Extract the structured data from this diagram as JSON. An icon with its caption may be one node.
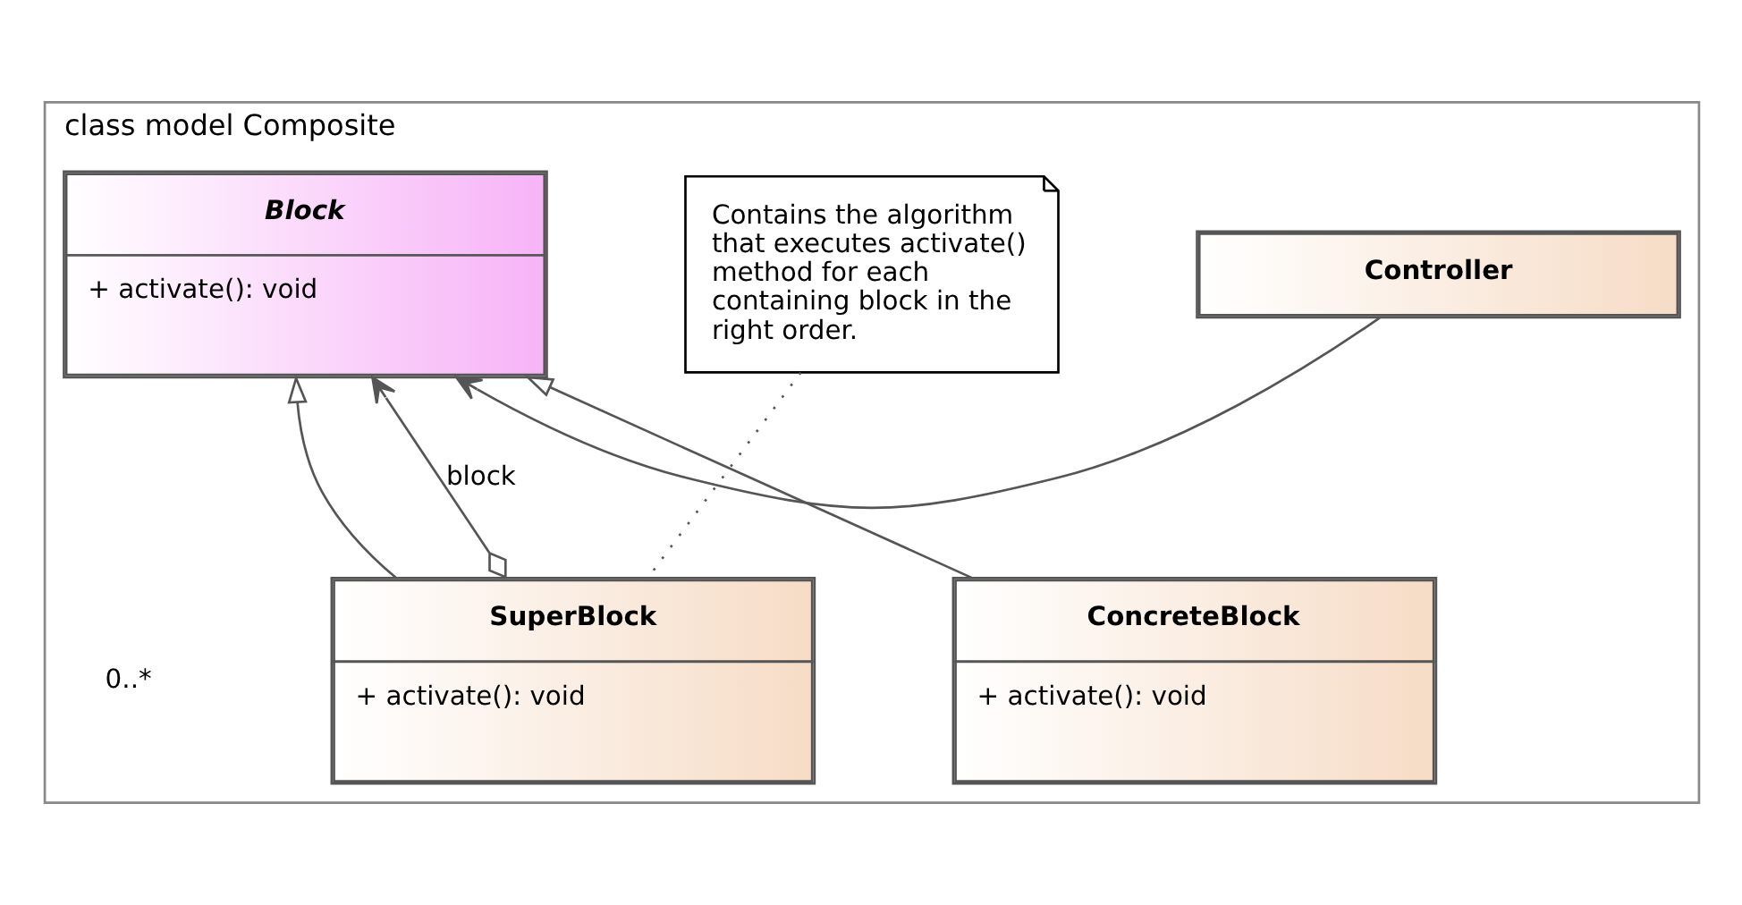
{
  "diagram": {
    "nodes": [
      {
        "text": [
          "class model Composite"
        ]
      },
      {
        "text": [
          "Controller"
        ],
        "in": 0
      },
      {
        "text": [
          "Block",
          "+ activate(): void"
        ],
        "in": 0
      },
      {
        "text": [
          "ConcreteBlock",
          "+ activate(): void"
        ],
        "in": 0
      },
      {
        "text": [
          "SuperBlock",
          "+ activate(): void"
        ],
        "in": 0
      },
      {
        "text": [
          "Contains the algorithm that executes activate() method for each containing block in the right order."
        ],
        "in": 0
      }
    ],
    "edges": [
      {
        "from": 1,
        "to": 2,
        "arrow": "to"
      },
      {
        "from": 3,
        "to": 2,
        "arrow": "to"
      },
      {
        "from": 4,
        "to": 2,
        "arrow": "to"
      },
      {
        "from": 4,
        "to": 2,
        "arrow": "to",
        "label": "block"
      },
      {
        "from": 5,
        "to": 4,
        "arrow": "none",
        "style": "dashed"
      }
    ],
    "labels": [
      "0..*"
    ]
  }
}
